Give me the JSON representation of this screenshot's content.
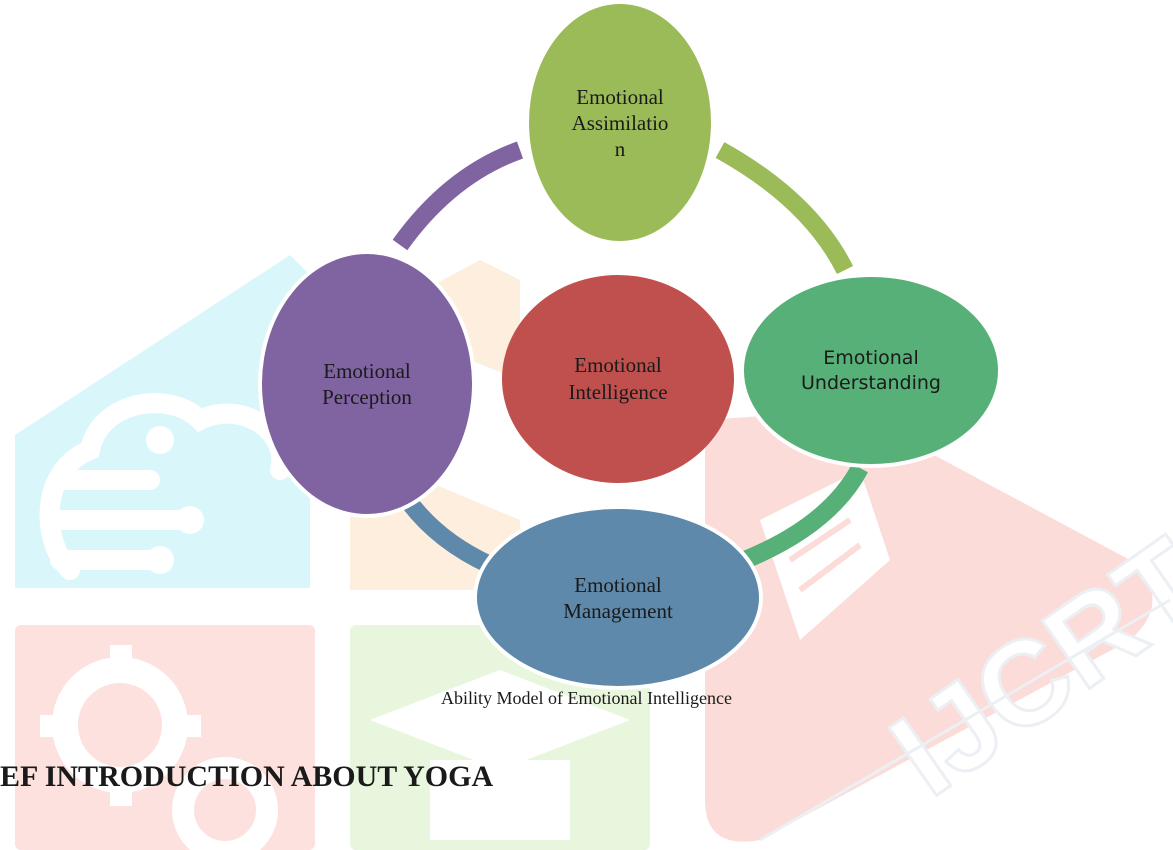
{
  "diagram": {
    "nodes": {
      "top": {
        "label": "Emotional\nAssimilatio\nn",
        "color": "#9bbb59"
      },
      "right": {
        "label": "Emotional\nUnderstanding",
        "color": "#57b077"
      },
      "bottom": {
        "label": "Emotional\nManagement",
        "color": "#5e89ab"
      },
      "left": {
        "label": "Emotional\nPerception",
        "color": "#8064a2"
      },
      "center": {
        "label": "Emotional\nIntelligence",
        "color": "#c0504d"
      }
    },
    "caption": "Ability Model of Emotional Intelligence"
  },
  "section_heading": "EF INTRODUCTION ABOUT YOGA",
  "watermark": {
    "text": "IJCRT"
  }
}
